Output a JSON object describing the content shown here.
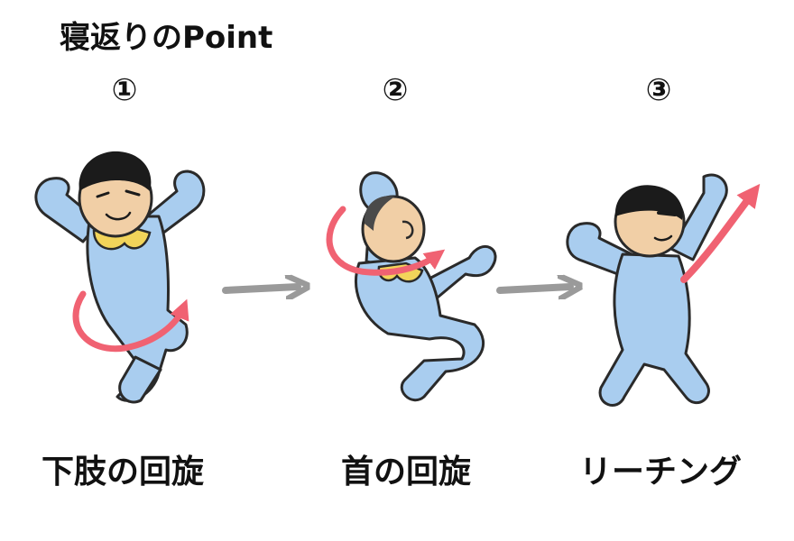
{
  "title": "寝返りのPoint",
  "steps": [
    {
      "number": "①",
      "label": "下肢の回旋"
    },
    {
      "number": "②",
      "label": "首の回旋"
    },
    {
      "number": "③",
      "label": "リーチング"
    }
  ],
  "colors": {
    "body": "#a9cdef",
    "outline": "#2a2a2a",
    "skin": "#f1cfa6",
    "hair": "#1b1b1b",
    "bib": "#f2d45a",
    "motion_arrow": "#f06272",
    "flow_arrow": "#9a9a9a"
  }
}
